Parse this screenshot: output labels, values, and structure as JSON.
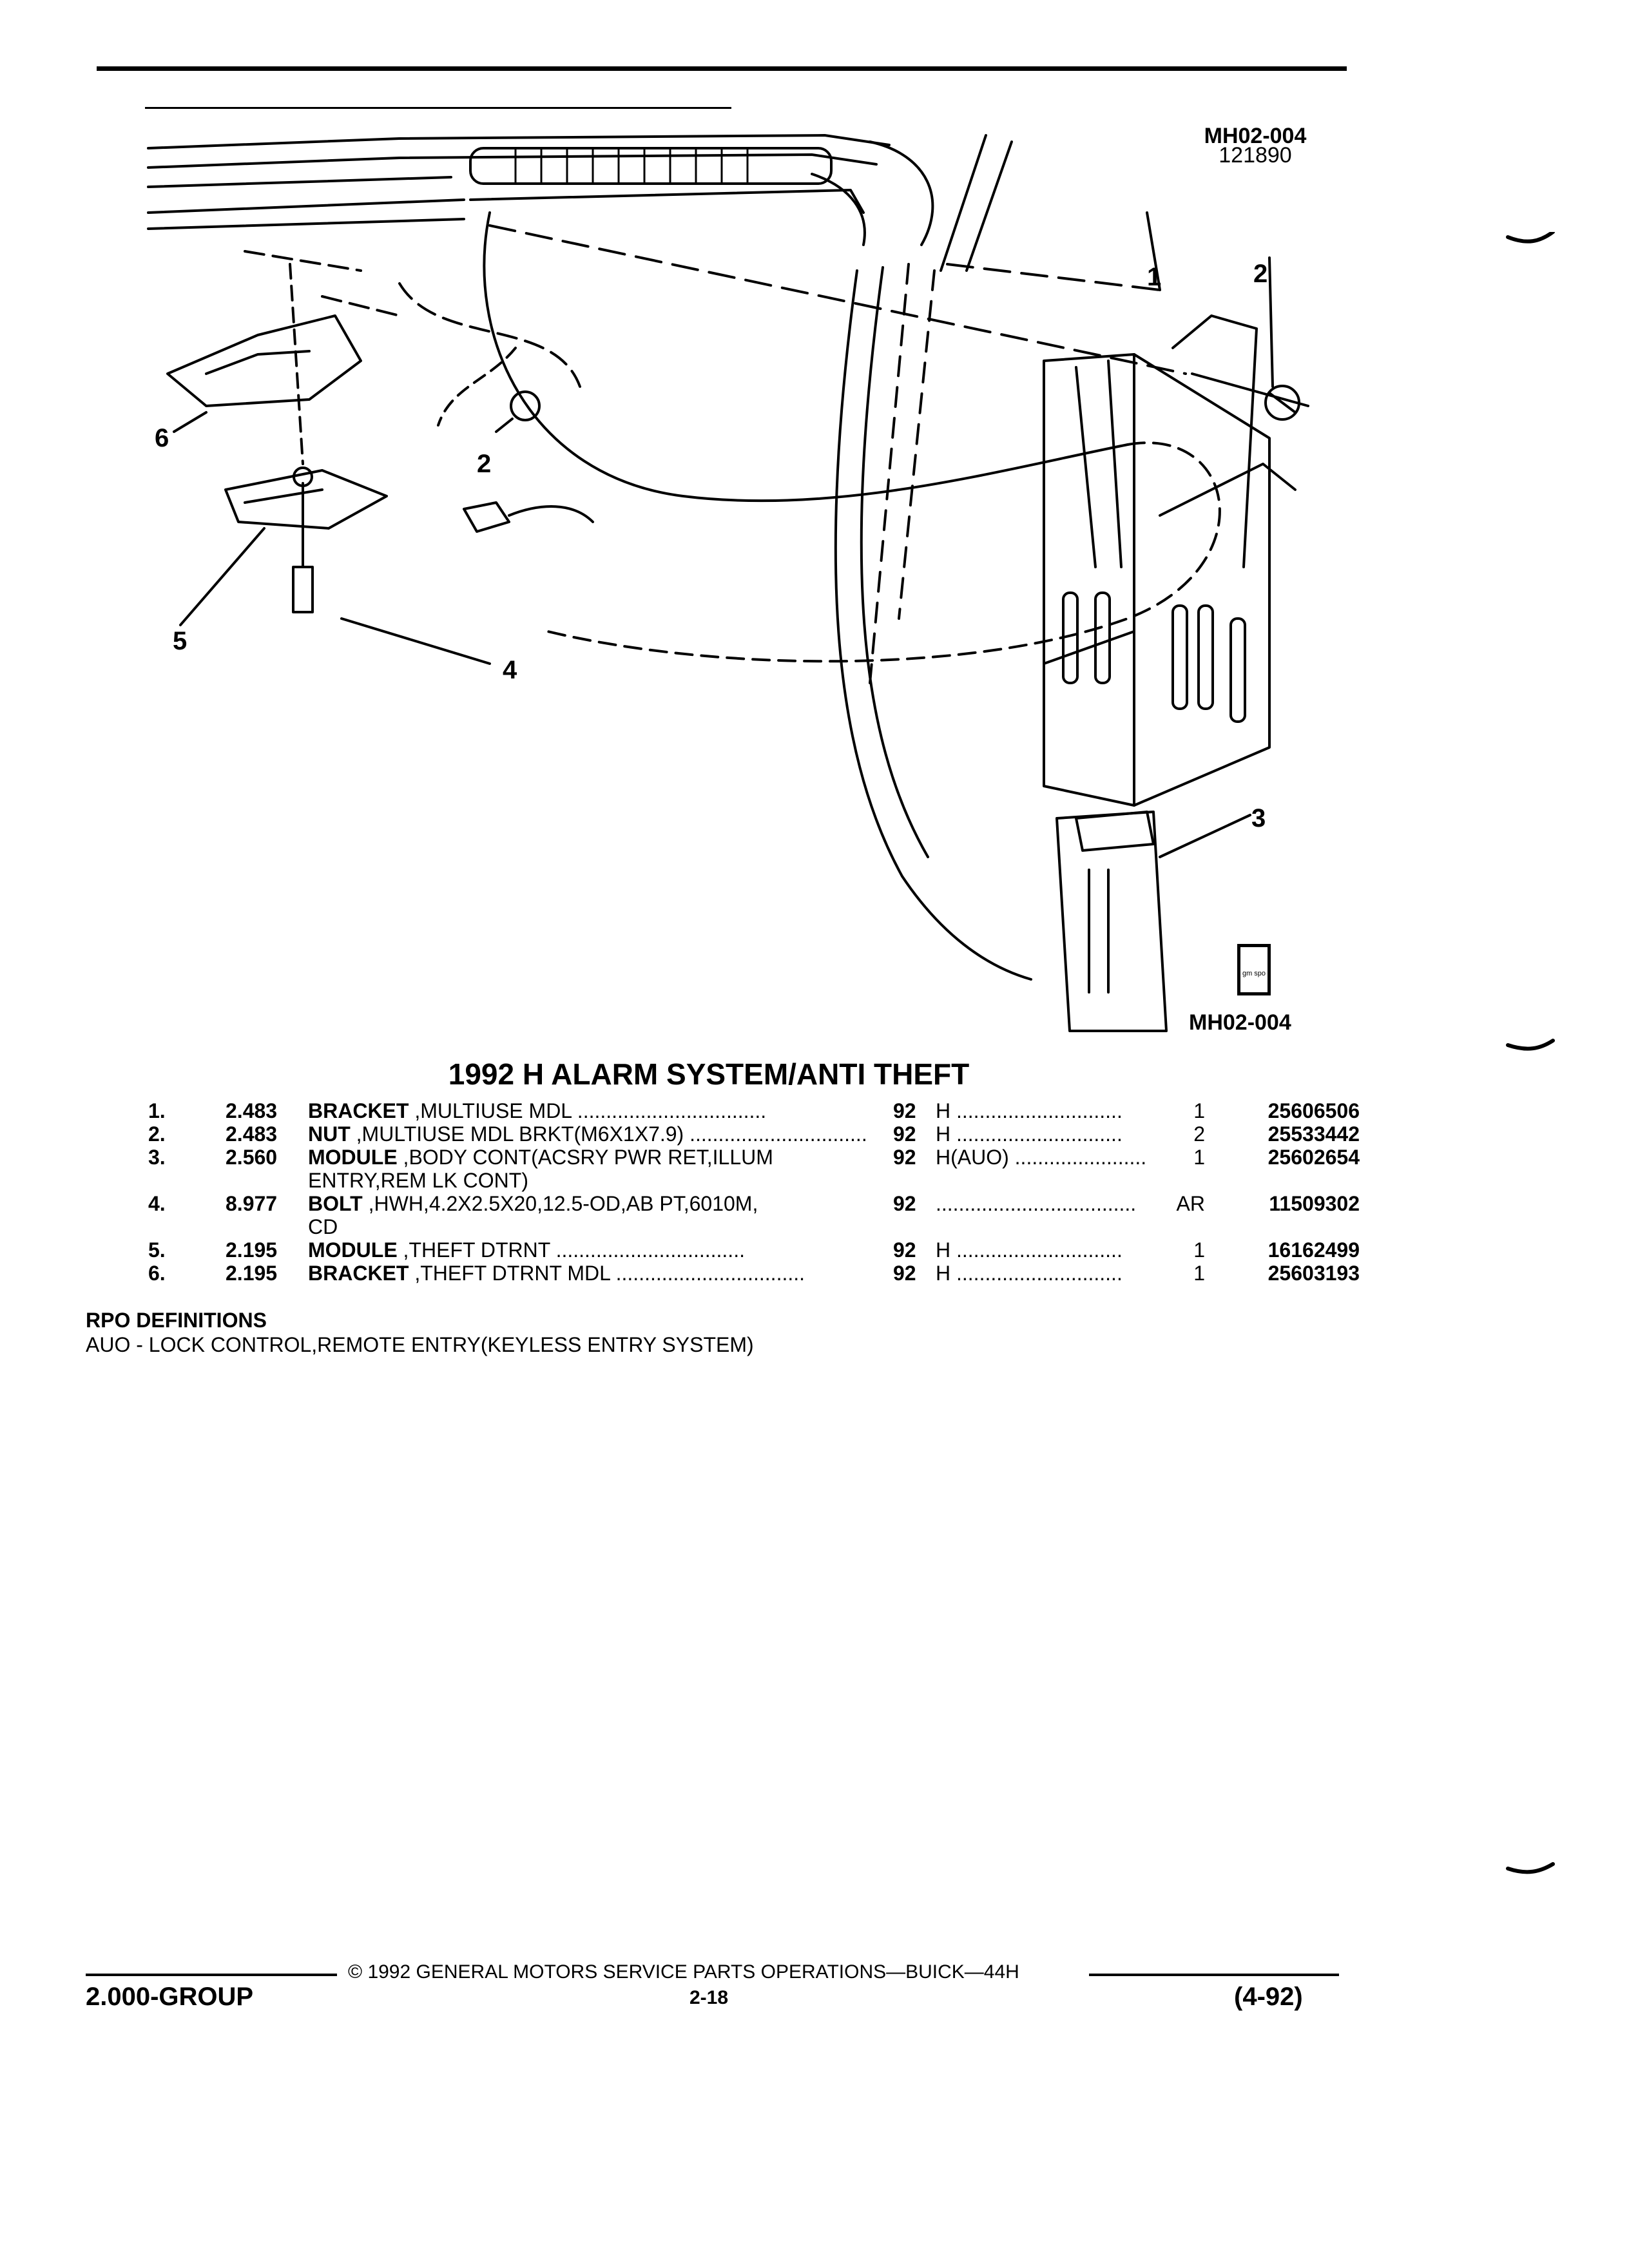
{
  "diagram": {
    "code_top": "MH02-004",
    "code_sub": "121890",
    "code_bottom": "MH02-004",
    "logo_text": "gm spo",
    "callouts": [
      "1",
      "2",
      "2",
      "3",
      "4",
      "5",
      "6"
    ]
  },
  "section_title": "1992 H ALARM SYSTEM/ANTI THEFT",
  "parts": [
    {
      "num": "1.",
      "group": "2.483",
      "name": "BRACKET",
      "desc": " ,MULTIUSE MDL",
      "desc2": "",
      "year": "92",
      "model": "H",
      "qty": "1",
      "part_no": "25606506"
    },
    {
      "num": "2.",
      "group": "2.483",
      "name": "NUT",
      "desc": " ,MULTIUSE MDL BRKT(M6X1X7.9)",
      "desc2": "",
      "year": "92",
      "model": "H",
      "qty": "2",
      "part_no": "25533442"
    },
    {
      "num": "3.",
      "group": "2.560",
      "name": "MODULE",
      "desc": " ,BODY CONT(ACSRY PWR RET,ILLUM",
      "desc2": "ENTRY,REM LK CONT)",
      "year": "92",
      "model": "H(AUO)",
      "qty": "1",
      "part_no": "25602654"
    },
    {
      "num": "4.",
      "group": "8.977",
      "name": "BOLT",
      "desc": " ,HWH,4.2X2.5X20,12.5-OD,AB PT,6010M,",
      "desc2": "CD",
      "year": "92",
      "model": "",
      "qty": "AR",
      "part_no": "11509302"
    },
    {
      "num": "5.",
      "group": "2.195",
      "name": "MODULE",
      "desc": " ,THEFT DTRNT",
      "desc2": "",
      "year": "92",
      "model": "H",
      "qty": "1",
      "part_no": "16162499"
    },
    {
      "num": "6.",
      "group": "2.195",
      "name": "BRACKET",
      "desc": " ,THEFT DTRNT MDL",
      "desc2": "",
      "year": "92",
      "model": "H",
      "qty": "1",
      "part_no": "25603193"
    }
  ],
  "rpo": {
    "heading": "RPO DEFINITIONS",
    "line": "AUO - LOCK CONTROL,REMOTE ENTRY(KEYLESS ENTRY SYSTEM)"
  },
  "footer": {
    "copyright": "© 1992 GENERAL MOTORS SERVICE PARTS OPERATIONS—BUICK—44H",
    "group": "2.000-GROUP",
    "page": "2-18",
    "date": "(4-92)"
  }
}
